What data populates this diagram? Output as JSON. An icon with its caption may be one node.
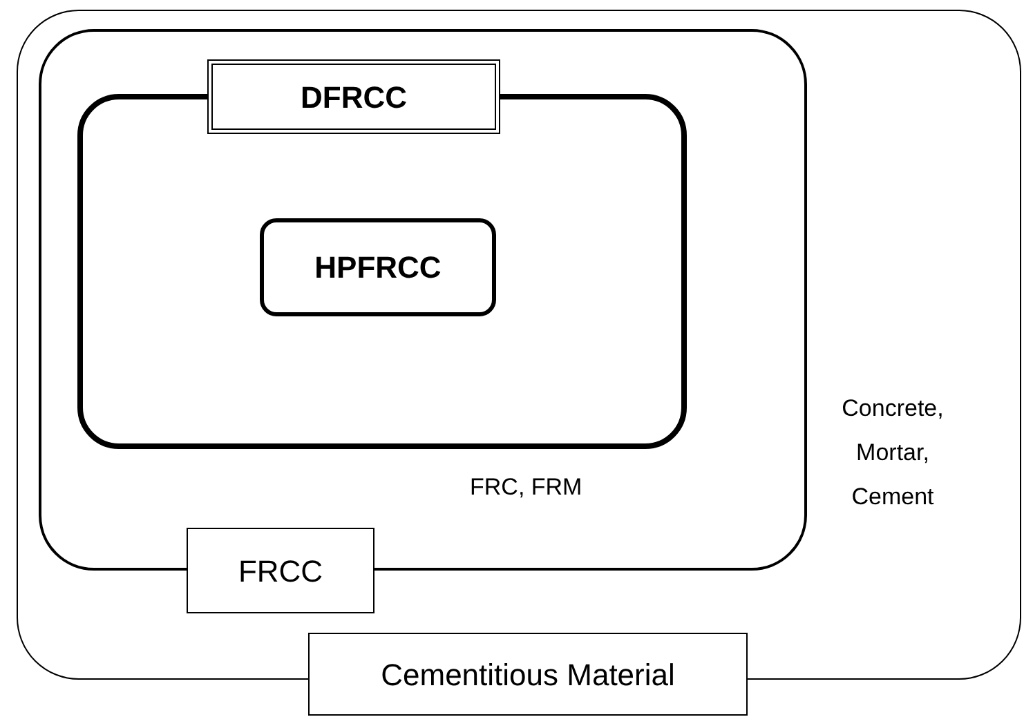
{
  "diagram": {
    "nodes": [
      {
        "text": [
          "Cementitious Material",
          "Concrete, Mortar, Cement"
        ]
      },
      {
        "text": [
          "FRCC",
          "FRC, FRM"
        ],
        "in": 0
      },
      {
        "text": [
          "DFRCC"
        ],
        "in": 1
      },
      {
        "text": [
          "HPFRCC"
        ],
        "in": 2
      }
    ]
  }
}
